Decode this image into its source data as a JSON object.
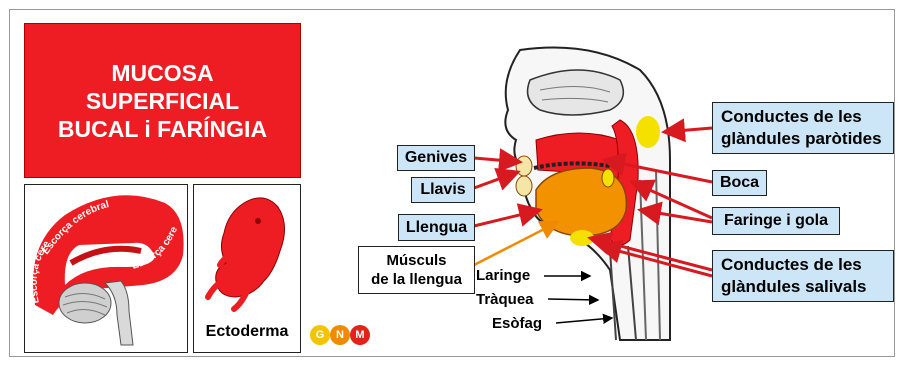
{
  "title": "MUCOSA\nSUPERFICIAL\nBUCAL i FARÍNGIA",
  "brain": {
    "labels": [
      "Escorça cerebral",
      "Escorça cerebral",
      "Escorça cerebral",
      "Escorça cerebral"
    ]
  },
  "embryo": {
    "label": "Ectoderma"
  },
  "logo": {
    "letters": [
      "G",
      "N",
      "M"
    ],
    "colors": [
      "#f5c400",
      "#f08a00",
      "#e2231a"
    ]
  },
  "colors": {
    "accent_red": "#ee1c23",
    "label_blue": "#cce6f7",
    "arrow_red": "#d71920",
    "arrow_orange": "#f08a00"
  },
  "left_labels": {
    "genives": "Genives",
    "llavis": "Llavis",
    "llengua": "Llengua",
    "musculs": "Músculs\nde la llengua"
  },
  "right_labels": {
    "parotides": "Conductes de les\nglàndules paròtides",
    "boca": "Boca",
    "faringe": "Faringe i gola",
    "salivals": "Conductes de les\nglàndules salivals"
  },
  "bottom_labels": {
    "laringe": "Laringe",
    "traquea": "Tràquea",
    "esofag": "Esòfag"
  }
}
